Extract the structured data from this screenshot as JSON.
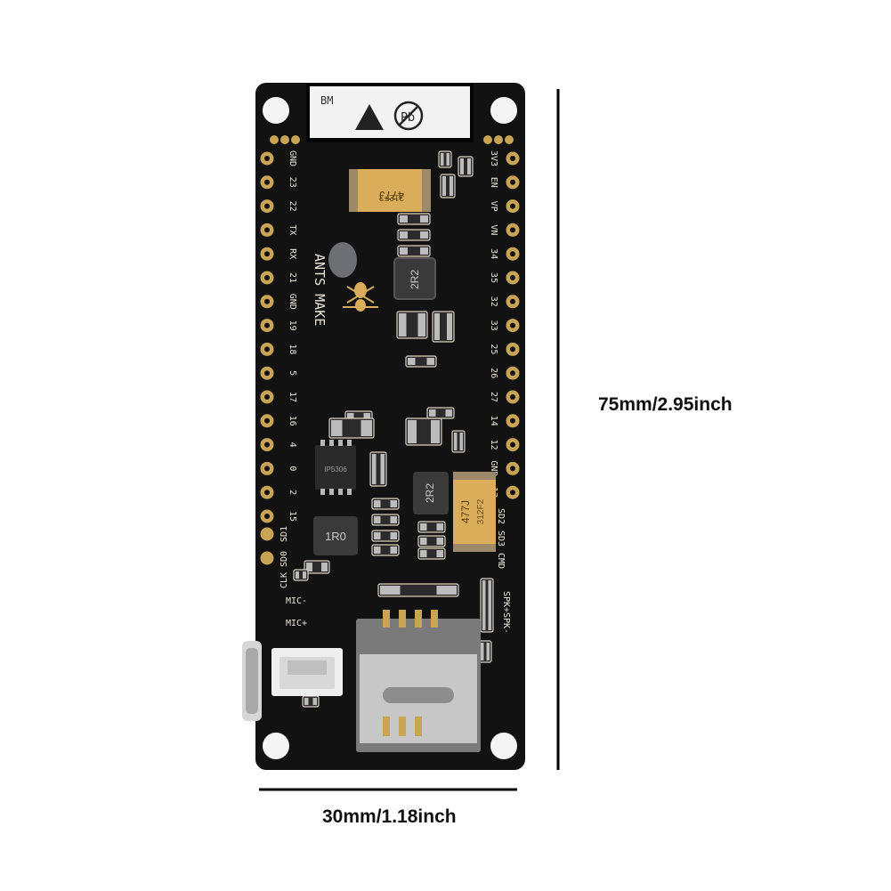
{
  "dimensions": {
    "height_label": "75mm/2.95inch",
    "width_label": "30mm/1.18inch"
  },
  "board": {
    "brand": "ANTS MAKE",
    "top_label": "BM",
    "pb_mark": "Pb",
    "left_pins": [
      "GND",
      "23",
      "22",
      "TX",
      "RX",
      "21",
      "GND",
      "19",
      "18",
      "5",
      "17",
      "16",
      "4",
      "0",
      "2",
      "15"
    ],
    "right_pins": [
      "3V3",
      "EN",
      "VP",
      "VN",
      "34",
      "35",
      "32",
      "33",
      "25",
      "26",
      "27",
      "14",
      "12",
      "GND",
      "13"
    ],
    "left_lower_labels": [
      "SD1",
      "SD0",
      "CLK",
      "MIC-",
      "MIC+"
    ],
    "right_lower_labels": [
      "SD2",
      "SD3",
      "CMD",
      "SPK+",
      "SPK-"
    ],
    "inductor_labels": [
      "2R2",
      "2R2",
      "1R0"
    ],
    "capacitor_labels": [
      "477J",
      "477J"
    ],
    "cap_codes": [
      "312F2",
      "312F2"
    ],
    "ic_label": "IP5306",
    "colors": {
      "pcb": "#121212",
      "pad": "#c9a455",
      "silkscreen": "#e9e4d6",
      "capacitor": "#d9ad5a"
    }
  }
}
